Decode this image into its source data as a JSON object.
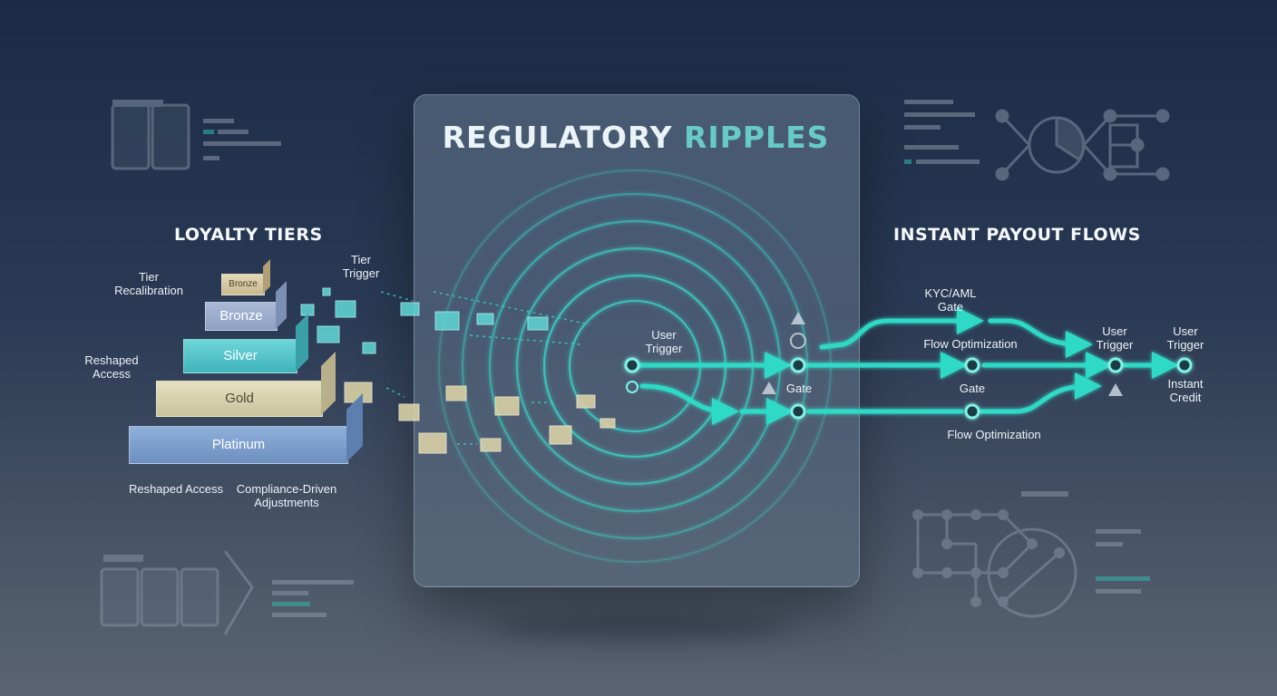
{
  "panel": {
    "title_part1": "REGULATORY",
    "title_part2": "RIPPLES"
  },
  "loyalty": {
    "heading": "LOYALTY TIERS",
    "tiers": [
      "Bronze",
      "Bronze",
      "Silver",
      "Gold",
      "Platinum"
    ],
    "labels": {
      "tier_recalibration": "Tier\nRecalibration",
      "tier_trigger": "Tier\nTrigger",
      "reshaped_access_left": "Reshaped\nAccess",
      "reshaped_access_bottom": "Reshaped Access",
      "compliance_adjustments": "Compliance-Driven\nAdjustments"
    }
  },
  "payout": {
    "heading": "INSTANT PAYOUT FLOWS",
    "labels": {
      "user_trigger_panel": "User\nTrigger",
      "gate_panel": "Gate",
      "kyc_aml_gate": "KYC/AML\nGate",
      "flow_optimization_top": "Flow Optimization",
      "gate_right": "Gate",
      "flow_optimization_bottom": "Flow Optimization",
      "user_trigger_1": "User\nTrigger",
      "user_trigger_2": "User\nTrigger",
      "instant_credit": "Instant\nCredit"
    }
  },
  "colors": {
    "accent_teal": "#2fd9c6",
    "bronze": "#9fb0cf",
    "silver": "#5cc9cf",
    "gold": "#d8d3b0",
    "platinum": "#7f9fcc"
  }
}
